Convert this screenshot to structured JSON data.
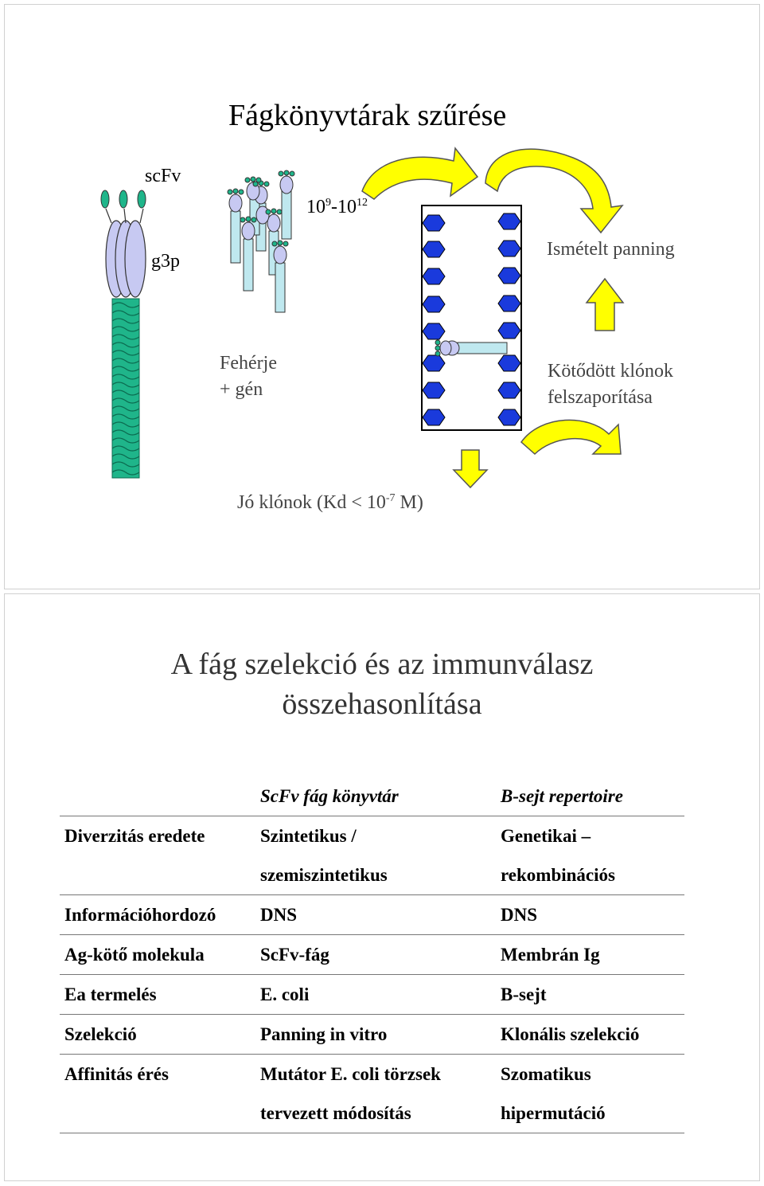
{
  "slide1": {
    "title": "Fágkönyvtárak szűrése",
    "scfv_label": "scFv",
    "g3p_label": "g3p",
    "library_size_base": "10",
    "library_size_exp1": "9",
    "library_size_sep": "-10",
    "library_size_exp2": "12",
    "repeated_panning": "Ismételt panning",
    "protein_gene_line1": "Fehérje",
    "protein_gene_line2": "+ gén",
    "amplification_line1": "Kötődött klónok",
    "amplification_line2": "felszaporítása",
    "good_clones_prefix": "Jó klónok (Kd < 10",
    "good_clones_exp": "-7",
    "good_clones_suffix": " M)",
    "colors": {
      "arrow_fill": "#ffff00",
      "bead": "#1a3adc",
      "phage_head": "#c7c9f2",
      "coat": "#1fb58a",
      "filament": "#bfe8ef"
    }
  },
  "slide2": {
    "title_line1": "A fág szelekció és az immunválasz",
    "title_line2": "összehasonlítása",
    "table": {
      "header": [
        "",
        "ScFv fág könyvtár",
        "B-sejt repertoire"
      ],
      "rows": [
        [
          "Diverzitás eredete",
          "Szintetikus /",
          "Genetikai –"
        ],
        [
          "",
          "szemiszintetikus",
          "rekombinációs"
        ],
        [
          "Információhordozó",
          "DNS",
          "DNS"
        ],
        [
          "Ag-kötő molekula",
          "ScFv-fág",
          "Membrán Ig"
        ],
        [
          "Ea termelés",
          "E. coli",
          "B-sejt"
        ],
        [
          "Szelekció",
          "Panning in vitro",
          "Klonális szelekció"
        ],
        [
          "Affinitás érés",
          "Mutátor E. coli törzsek",
          "Szomatikus"
        ],
        [
          "",
          "tervezett módosítás",
          "hipermutáció"
        ]
      ]
    }
  }
}
